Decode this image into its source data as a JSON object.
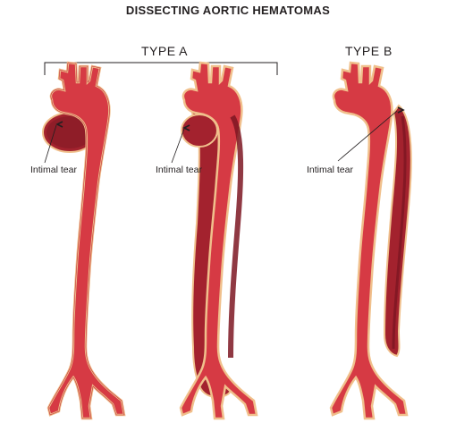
{
  "title": "DISSECTING AORTIC HEMATOMAS",
  "groups": {
    "type_a": "TYPE A",
    "type_b": "TYPE B"
  },
  "labels": {
    "tear_1": "Intimal tear",
    "tear_2": "Intimal tear",
    "tear_3": "Intimal tear"
  },
  "colors": {
    "aorta_fill": "#d63a44",
    "aorta_wall": "#f0c08c",
    "hematoma": "#a3222e",
    "hematoma_dark": "#7c1622",
    "outline": "#231f20",
    "text": "#231f20"
  }
}
